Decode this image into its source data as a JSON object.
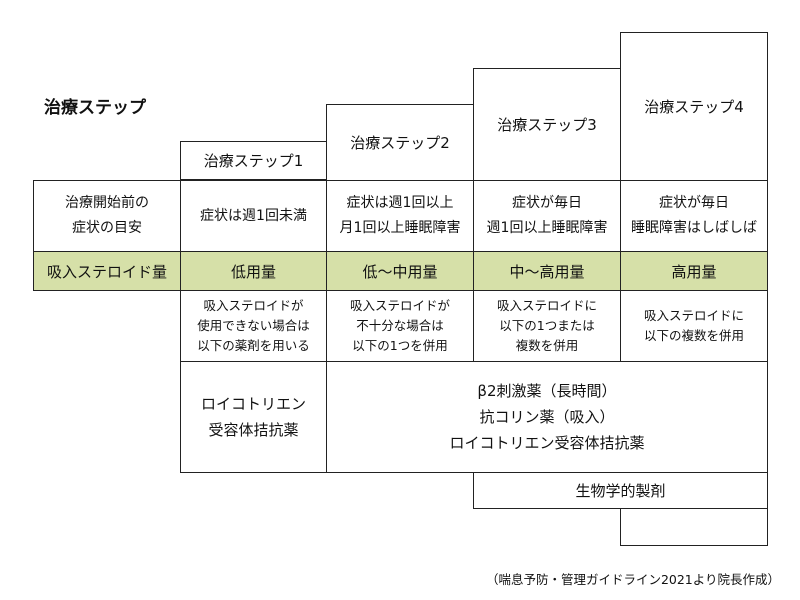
{
  "title": "治療ステップ",
  "steps": {
    "step1": "治療ステップ1",
    "step2": "治療ステップ2",
    "step3": "治療ステップ3",
    "step4": "治療ステップ4"
  },
  "rows": {
    "symptom_label": "治療開始前の\n症状の目安",
    "dose_label": "吸入ステロイド量"
  },
  "symptoms": {
    "step1": "症状は週1回未満",
    "step2": "症状は週1回以上\n月1回以上睡眠障害",
    "step3": "症状が毎日\n週1回以上睡眠障害",
    "step4": "症状が毎日\n睡眠障害はしばしば"
  },
  "doses": {
    "step1": "低用量",
    "step2": "低〜中用量",
    "step3": "中〜高用量",
    "step4": "高用量"
  },
  "descriptions": {
    "step1": "吸入ステロイドが\n使用できない場合は\n以下の薬剤を用いる",
    "step2": "吸入ステロイドが\n不十分な場合は\n以下の1つを併用",
    "step3": "吸入ステロイドに\n以下の1つまたは\n複数を併用",
    "step4": "吸入ステロイドに\n以下の複数を併用"
  },
  "drugs": {
    "step1": "ロイコトリエン\n受容体拮抗薬",
    "step2_4": "β2刺激薬（長時間）\n抗コリン薬（吸入）\nロイコトリエン受容体拮抗薬",
    "step3_4": "生物学的製剤"
  },
  "colors": {
    "dose_row_bg": "#d6e0a8",
    "border": "#222222"
  },
  "source": "（喘息予防・管理ガイドライン2021より院長作成）"
}
